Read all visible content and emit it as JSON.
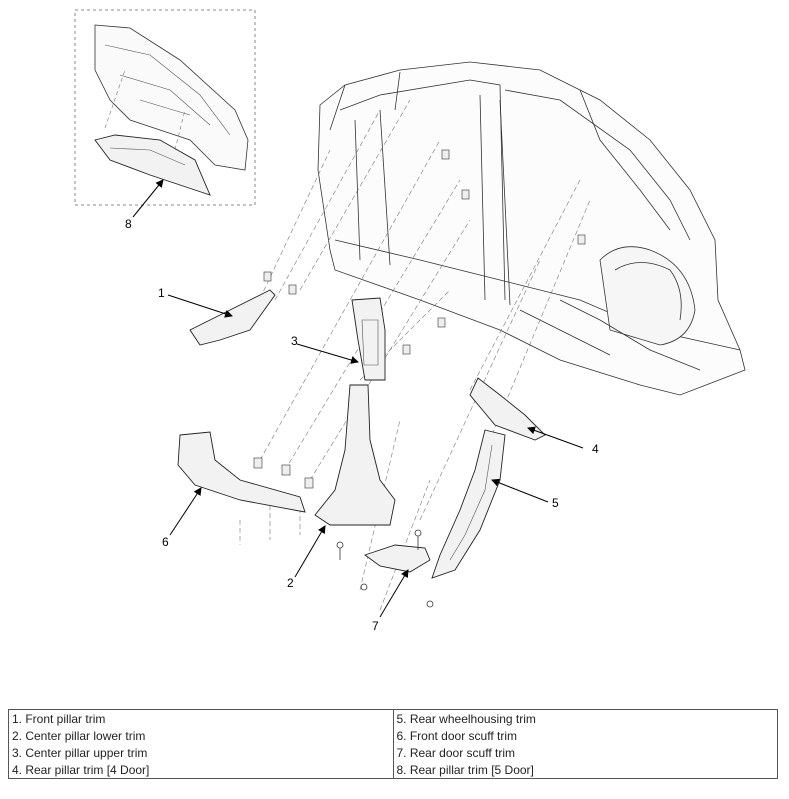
{
  "callouts": [
    "1",
    "2",
    "3",
    "4",
    "5",
    "6",
    "7",
    "8"
  ],
  "legend": {
    "rows": [
      [
        "1. Front pillar trim",
        "5. Rear wheelhousing trim"
      ],
      [
        "2. Center pillar lower trim",
        "6. Front door scuff trim"
      ],
      [
        "3. Center pillar upper trim",
        "7. Rear door scuff trim"
      ],
      [
        "4. Rear pillar trim [4 Door]",
        "8. Rear pillar trim [5 Door]"
      ]
    ]
  },
  "colors": {
    "line": "#333333",
    "dash": "#777777",
    "part_fill": "#f2f2f2"
  }
}
